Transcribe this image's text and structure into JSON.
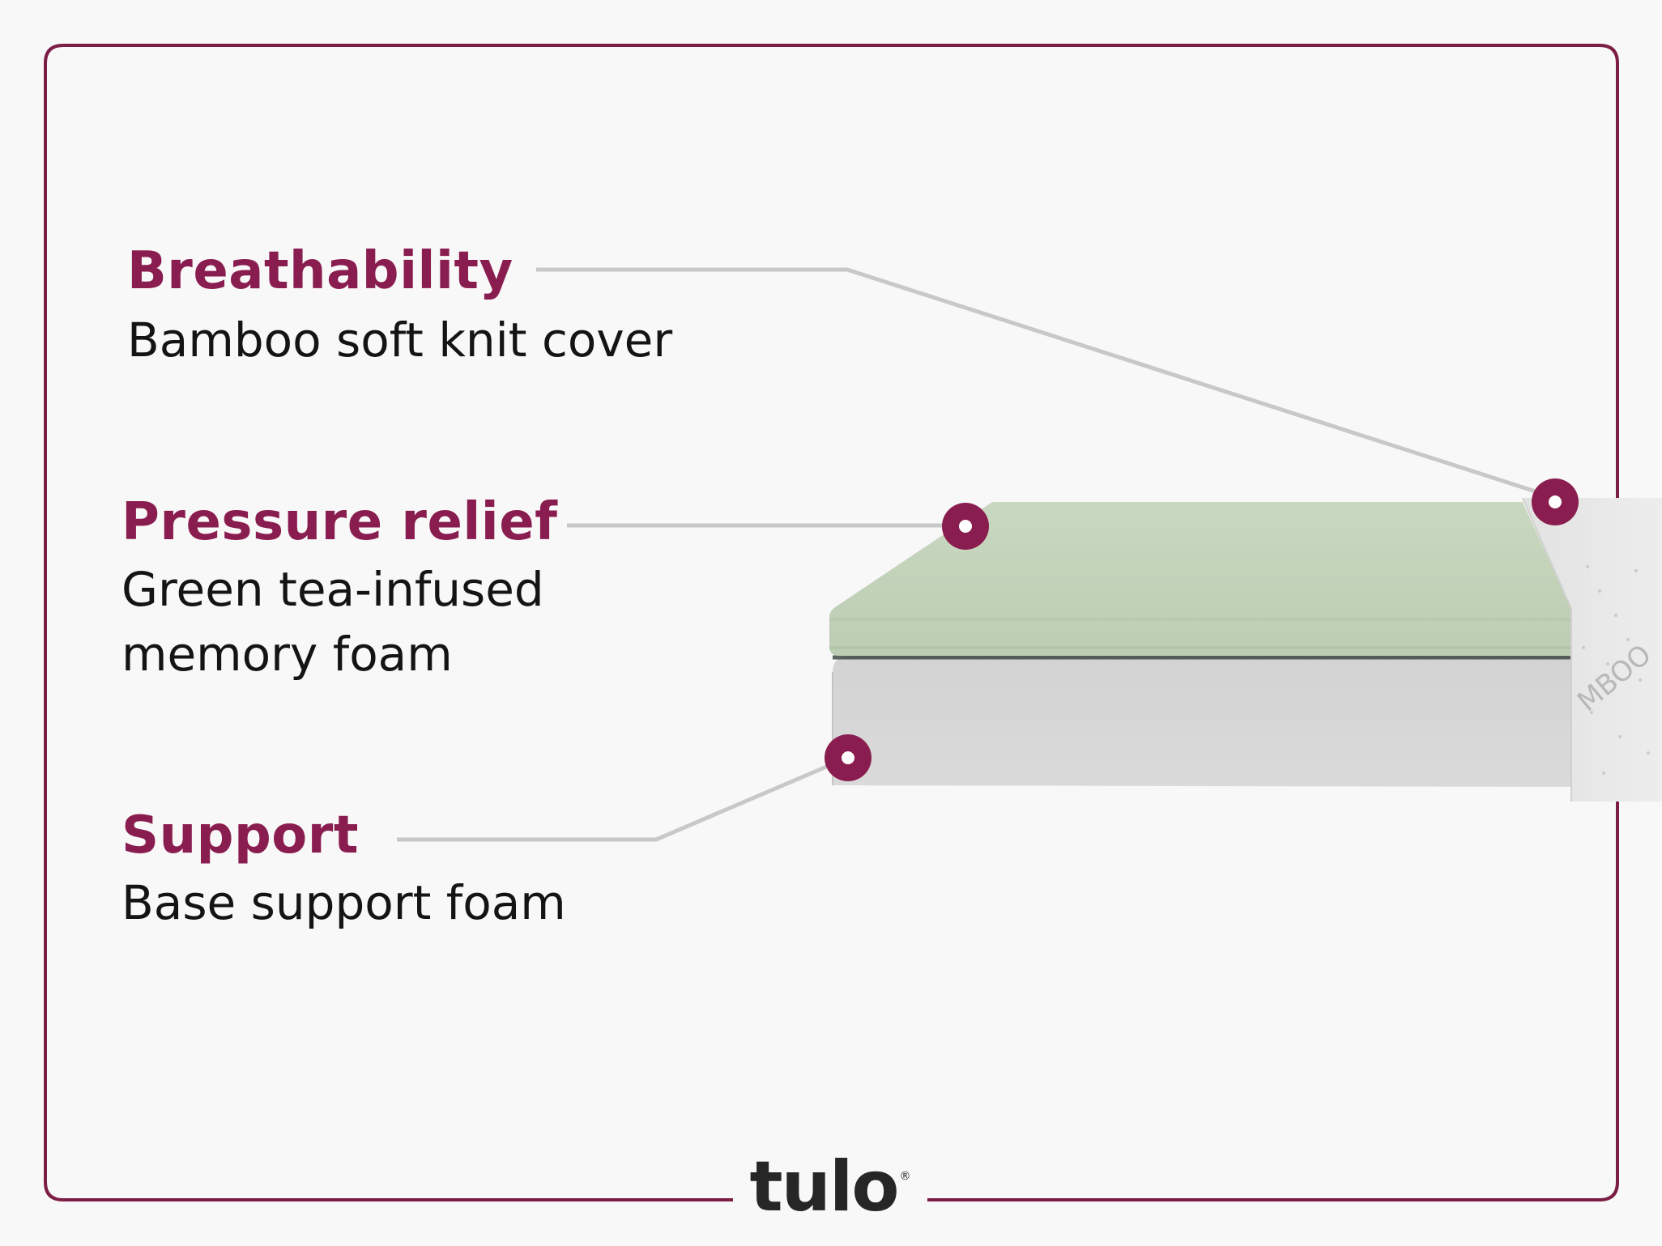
{
  "colors": {
    "brand": "#8a1d4f",
    "frame": "#7c1d45",
    "leader_line": "#c8c8c8",
    "comfort_layer": "#c0d0b8",
    "support_layer": "#d4d4d4",
    "cover": "#e6e6e6"
  },
  "callouts": [
    {
      "id": "breathability",
      "title": "Breathability",
      "description_lines": [
        "Bamboo soft knit cover"
      ]
    },
    {
      "id": "pressure-relief",
      "title": "Pressure relief",
      "description_lines": [
        "Green tea-infused",
        "memory foam"
      ]
    },
    {
      "id": "support",
      "title": "Support",
      "description_lines": [
        "Base support foam"
      ]
    }
  ],
  "brand": {
    "logo_text": "tulo",
    "registered_mark": "®"
  }
}
